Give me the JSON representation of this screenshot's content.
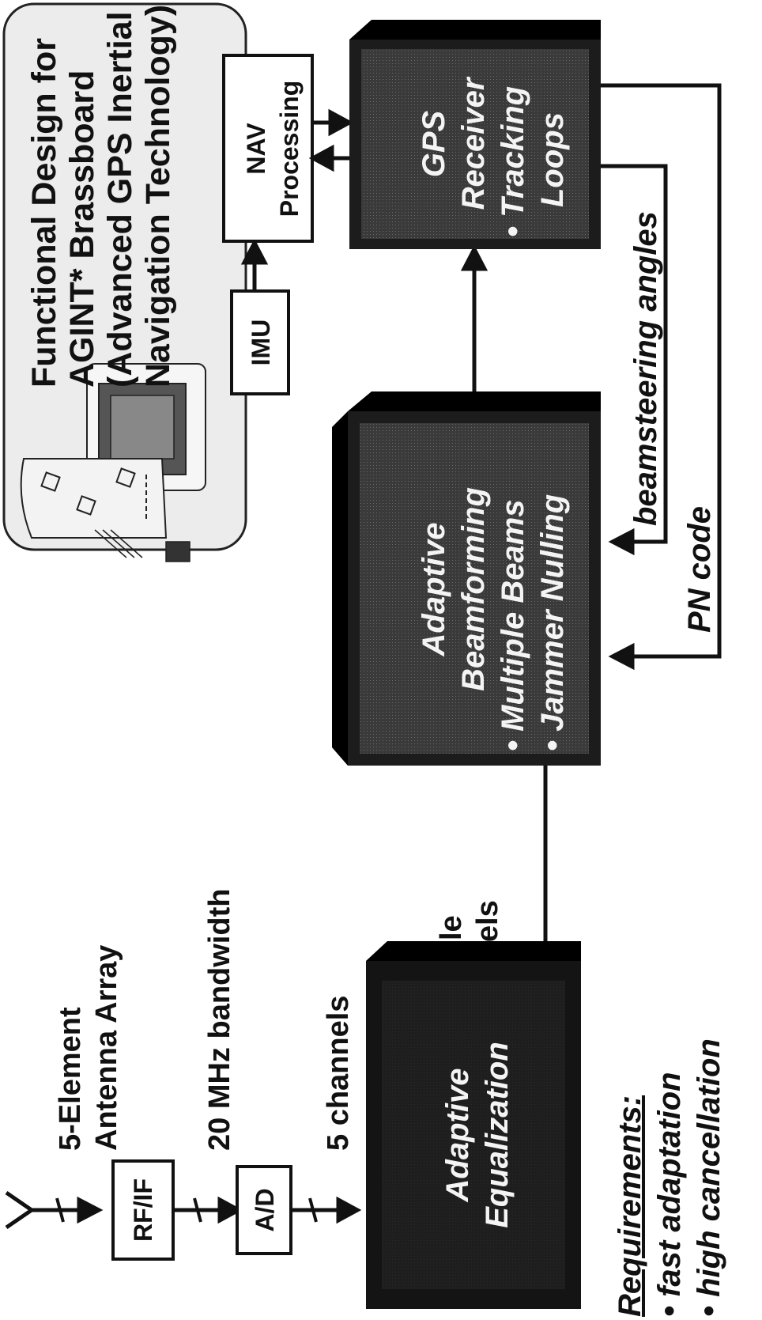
{
  "header": {
    "title_lines": [
      "Functional Design for",
      "AGINT* Brassboard",
      "(Advanced GPS Inertial",
      "Navigation Technology)"
    ]
  },
  "input_labels": {
    "antenna_line1": "5-Element",
    "antenna_line2": "Antenna Array",
    "bandwidth": "20 MHz bandwidth",
    "five_channels": "5 channels",
    "multiple_line1": "multiple",
    "multiple_line2": "channels"
  },
  "boxes": {
    "rfif": "RF/IF",
    "ad": "A/D",
    "imu": "IMU",
    "nav_line1": "NAV",
    "nav_line2": "Processing"
  },
  "blocks": {
    "equalization_line1": "Adaptive",
    "equalization_line2": "Equalization",
    "beamforming_line1": "Adaptive",
    "beamforming_line2": "Beamforming",
    "beamforming_bullet1": "• Multiple Beams",
    "beamforming_bullet2": "• Jammer Nulling",
    "gps_line1": "GPS",
    "gps_line2": "Receiver",
    "gps_bullet1": "• Tracking",
    "gps_line4": "Loops"
  },
  "feedback": {
    "beamsteering": "beamsteering angles",
    "pn_code": "PN code"
  },
  "requirements": {
    "heading": "Requirements:",
    "item1": "• fast adaptation",
    "item2": "• high cancellation"
  },
  "colors": {
    "block_fill": "#1a1a1a",
    "block_face": "#444444",
    "title_panel": "#ececec",
    "ink": "#111111"
  }
}
